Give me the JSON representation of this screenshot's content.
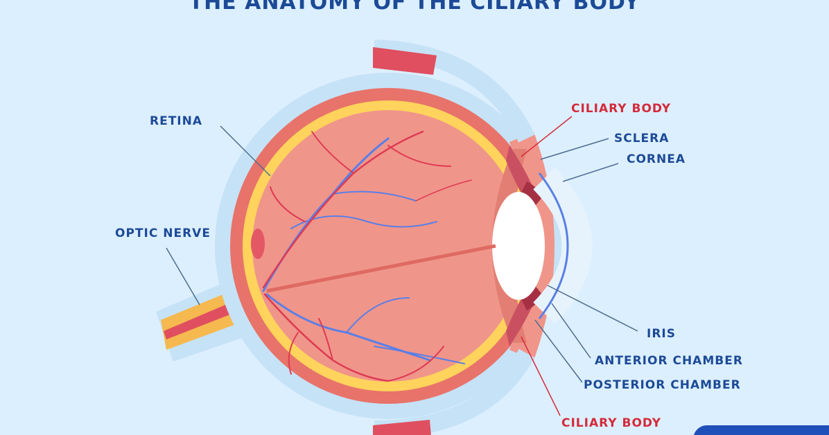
{
  "title": "THE ANATOMY OF THE CILIARY BODY",
  "labels": {
    "retina": "RETINA",
    "optic_nerve": "OPTIC NERVE",
    "ciliary_body_top": "CILIARY BODY",
    "sclera": "SCLERA",
    "cornea": "CORNEA",
    "iris": "IRIS",
    "anterior_chamber": "ANTERIOR CHAMBER",
    "posterior_chamber": "POSTERIOR CHAMBER",
    "ciliary_body_bottom": "CILIARY BODY"
  },
  "colors": {
    "background": "#dcefff",
    "title": "#1c4a96",
    "label_blue": "#1c4a96",
    "label_red": "#d42a3a",
    "leader_line": "#4d6b8f",
    "sclera_outer": "#c6e2f6",
    "choroid": "#e8736a",
    "retina_layer": "#ffd35c",
    "vitreous": "#f0958a",
    "vein": "#5a7fe6",
    "artery": "#de3a52",
    "ciliary_body": "#c95061",
    "iris": "#a63043",
    "lens": "#ffffff",
    "cornea": "#e7f3fc",
    "corner_tab": "#1f4fb8"
  }
}
